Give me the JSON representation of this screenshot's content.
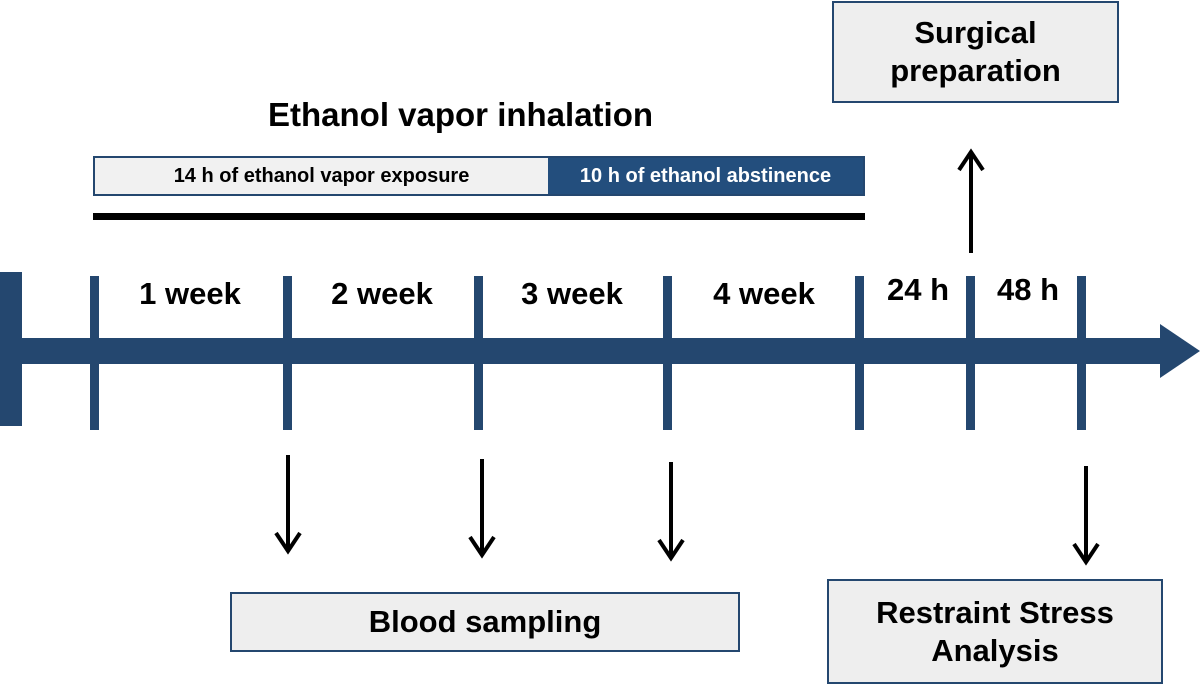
{
  "title": "Ethanol vapor inhalation",
  "exposure_bar": {
    "exposure_label": "14 h of ethanol vapor exposure",
    "abstinence_label": "10 h of ethanol abstinence"
  },
  "timeline": {
    "period_labels": [
      "1 week",
      "2 week",
      "3 week",
      "4 week",
      "24 h",
      "48 h"
    ]
  },
  "boxes": {
    "surgical_line1": "Surgical",
    "surgical_line2": "preparation",
    "blood_sampling": "Blood sampling",
    "restraint_line1": "Restraint Stress",
    "restraint_line2": "Analysis"
  },
  "colors": {
    "timeline": "#24476f",
    "abstinence": "#234e7d",
    "box_fill": "#eeeeee",
    "exposure_fill": "#f1f1f1"
  }
}
